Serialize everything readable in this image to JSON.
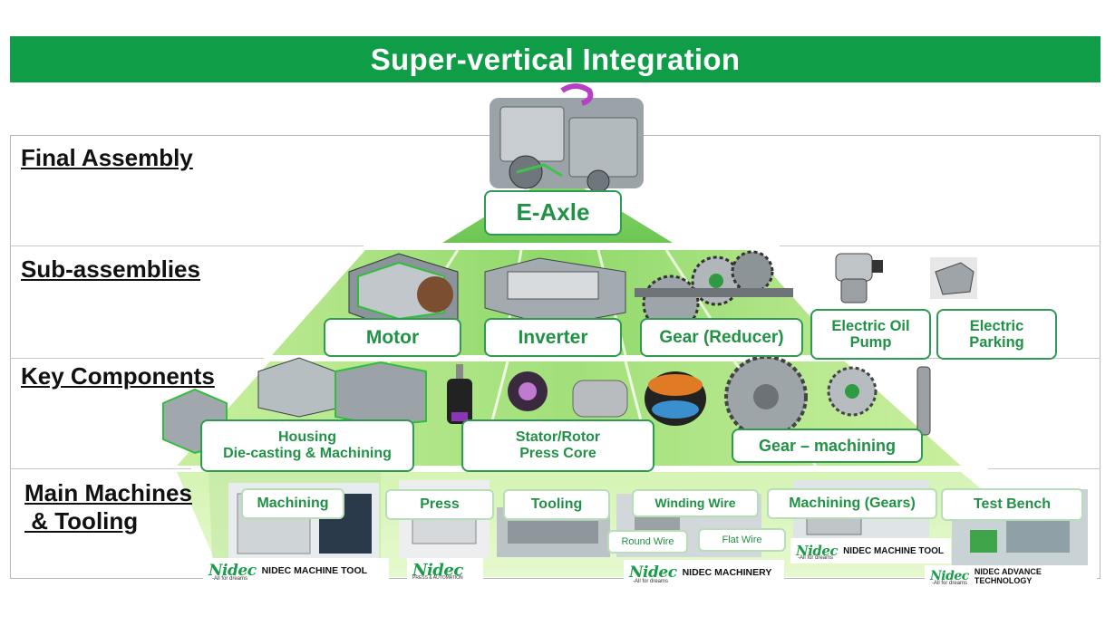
{
  "title": "Super-vertical Integration",
  "tiers": [
    "Final Assembly",
    "Sub-assemblies",
    "Key Components",
    [
      "Main Machines",
      " & Tooling"
    ]
  ],
  "final_assembly": {
    "label": "E-Axle"
  },
  "sub_assemblies": [
    {
      "label": "Motor"
    },
    {
      "label": "Inverter"
    },
    {
      "label": "Gear (Reducer)"
    },
    {
      "label": [
        "Electric Oil",
        "Pump"
      ]
    },
    {
      "label": [
        "Electric",
        "Parking"
      ]
    }
  ],
  "key_components": [
    {
      "label": [
        "Housing",
        "Die-casting & Machining"
      ]
    },
    {
      "label": [
        "Stator/Rotor",
        "Press Core"
      ]
    },
    {
      "label": "Gear – machining"
    }
  ],
  "machines": [
    {
      "label": "Machining"
    },
    {
      "label": "Press"
    },
    {
      "label": "Tooling"
    },
    {
      "label": "Winding Wire"
    },
    {
      "label": "Round Wire"
    },
    {
      "label": "Flat Wire"
    },
    {
      "label": "Machining (Gears)"
    },
    {
      "label": "Test Bench"
    }
  ],
  "logos": [
    {
      "brand": "Nidec",
      "name": "NIDEC MACHINE TOOL",
      "tagline": "-All for dreams"
    },
    {
      "brand": "Nidec",
      "subtitle": "PRESS & AUTOMATION"
    },
    {
      "brand": "Nidec",
      "name": "NIDEC MACHINERY",
      "tagline": "-All for dreams"
    },
    {
      "brand": "Nidec",
      "name": "NIDEC MACHINE TOOL",
      "tagline": "-All for dreams"
    },
    {
      "brand": "Nidec",
      "name": "NIDEC ADVANCE TECHNOLOGY",
      "tagline": "-All for dreams"
    }
  ],
  "colors": {
    "banner": "#0f9d48",
    "accent": "#219245",
    "pyramid_light": "#c9ef9f",
    "pyramid_dark": "#5fc34f"
  }
}
